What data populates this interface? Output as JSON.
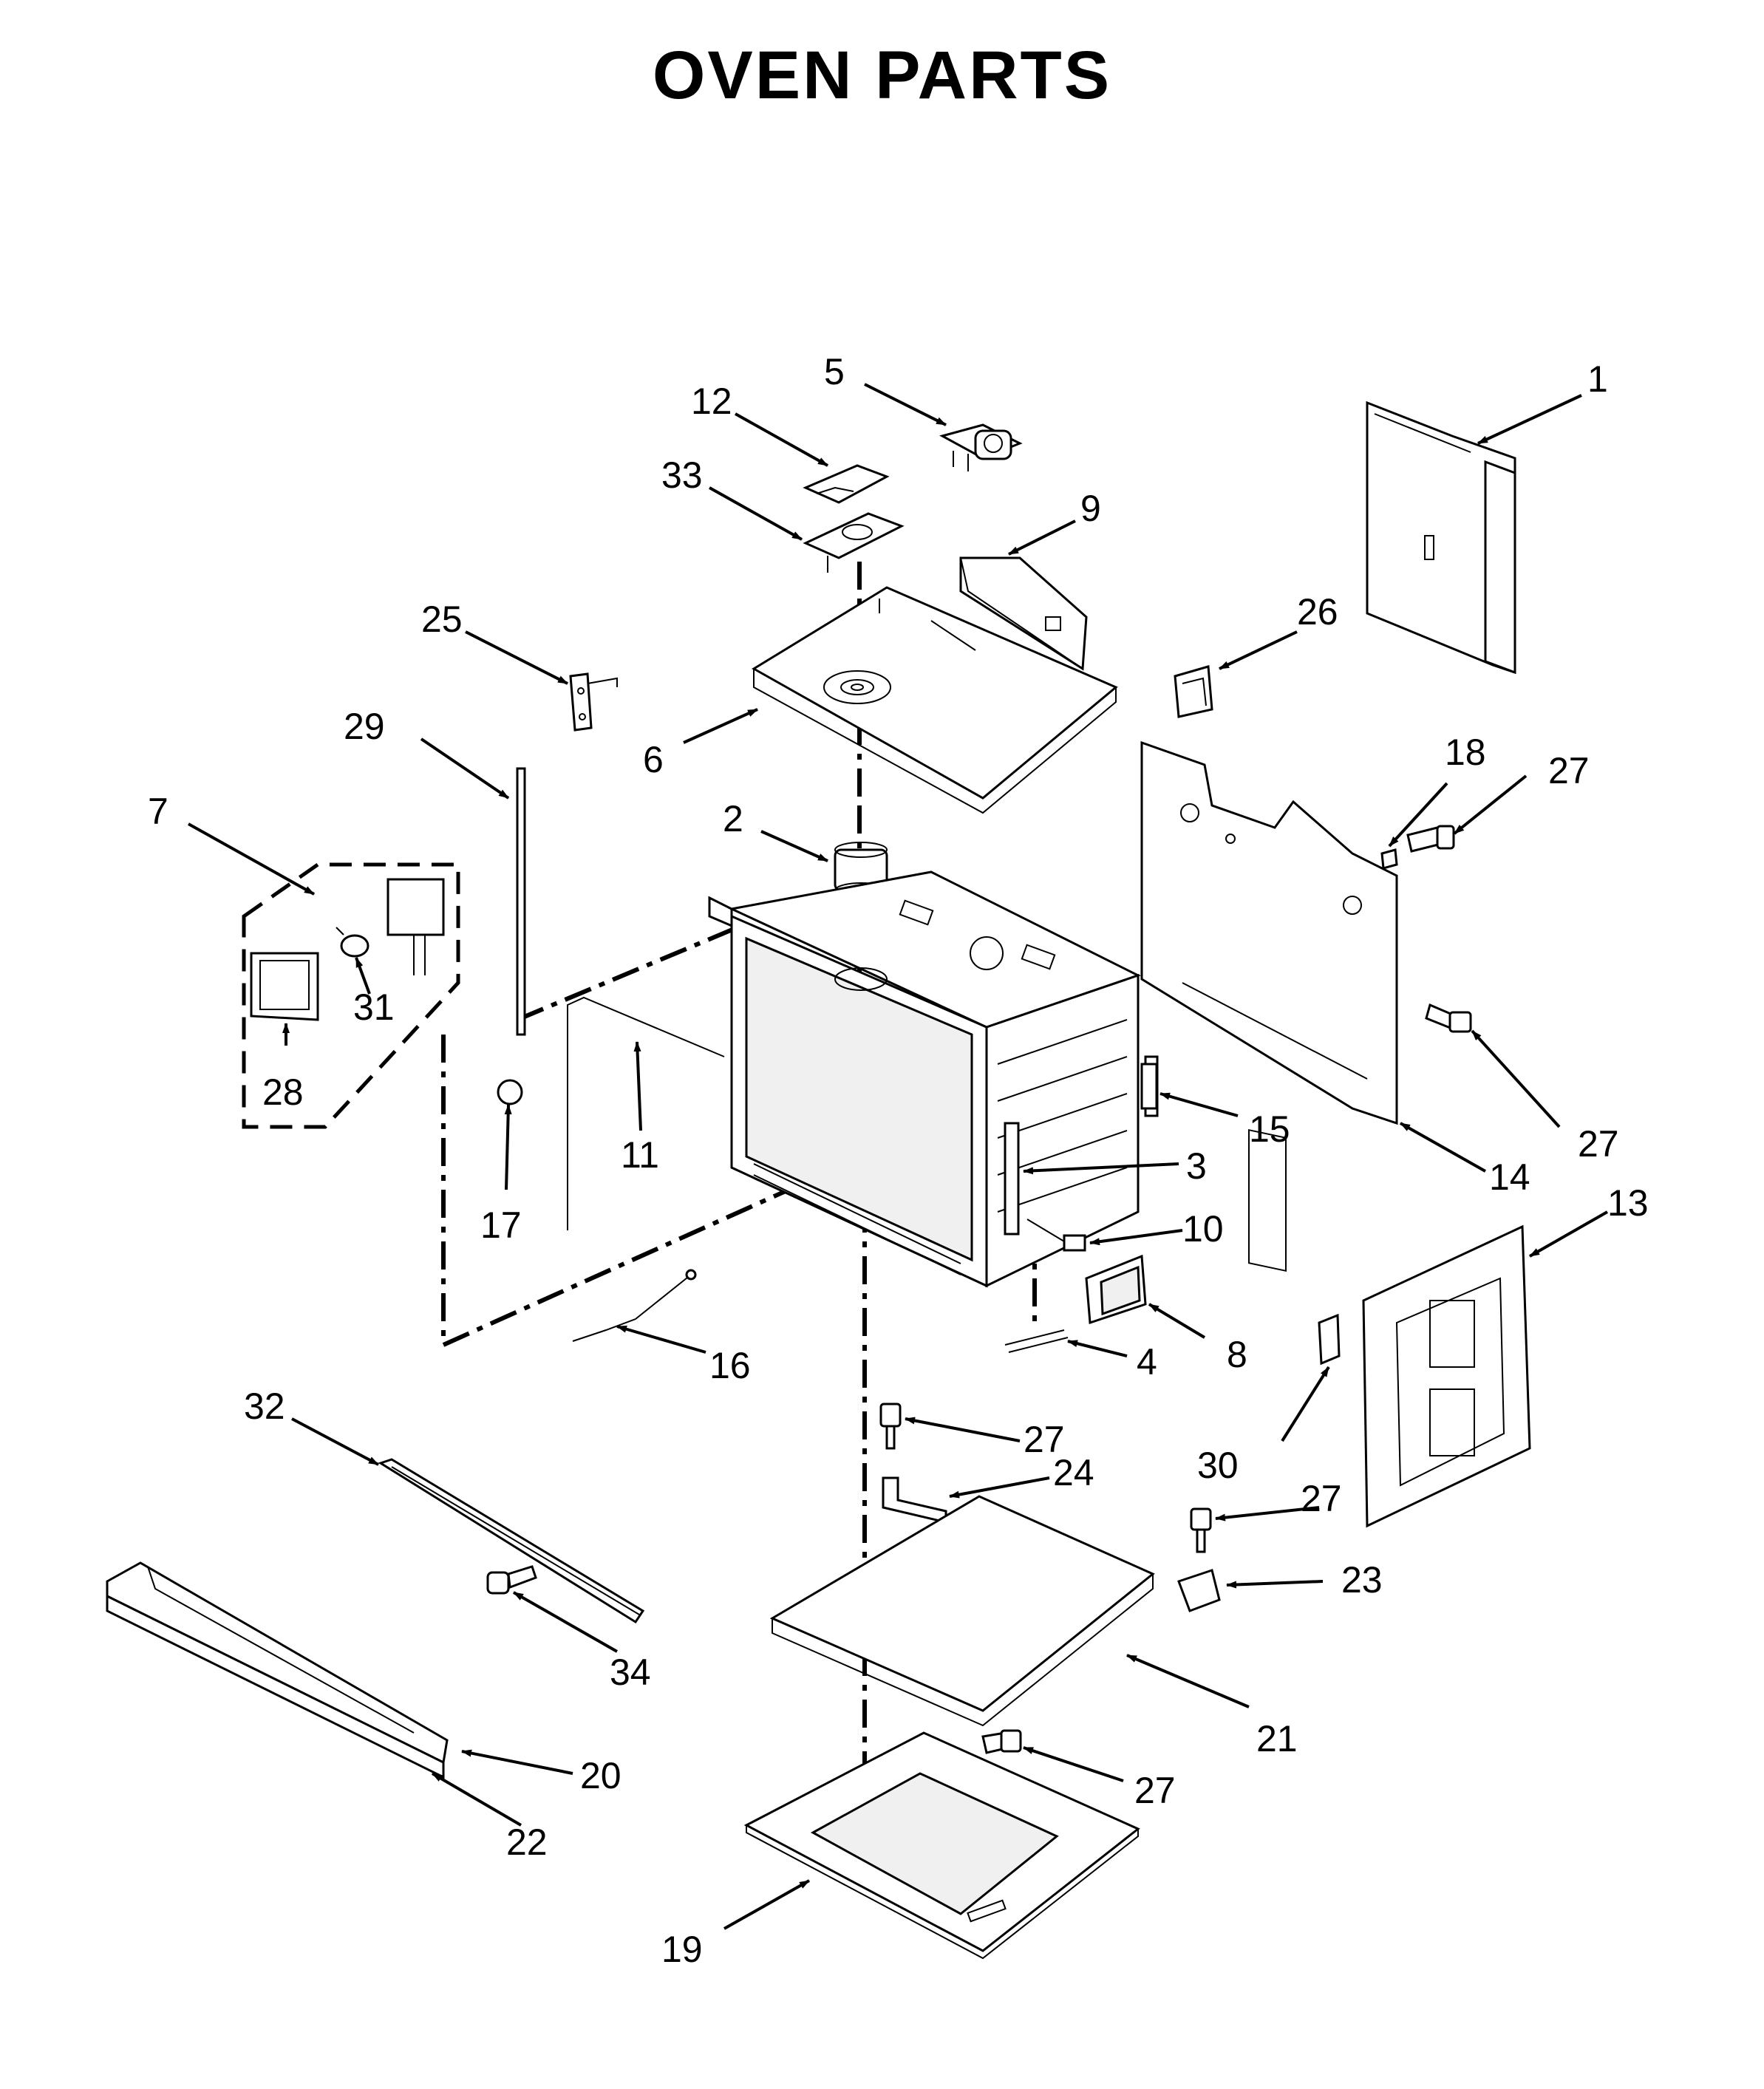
{
  "title": "OVEN PARTS",
  "callouts": [
    {
      "id": "c1",
      "label": "1"
    },
    {
      "id": "c2",
      "label": "2"
    },
    {
      "id": "c3",
      "label": "3"
    },
    {
      "id": "c4",
      "label": "4"
    },
    {
      "id": "c5",
      "label": "5"
    },
    {
      "id": "c6",
      "label": "6"
    },
    {
      "id": "c7",
      "label": "7"
    },
    {
      "id": "c8",
      "label": "8"
    },
    {
      "id": "c9",
      "label": "9"
    },
    {
      "id": "c10",
      "label": "10"
    },
    {
      "id": "c11",
      "label": "11"
    },
    {
      "id": "c12",
      "label": "12"
    },
    {
      "id": "c13",
      "label": "13"
    },
    {
      "id": "c14",
      "label": "14"
    },
    {
      "id": "c15",
      "label": "15"
    },
    {
      "id": "c16",
      "label": "16"
    },
    {
      "id": "c17",
      "label": "17"
    },
    {
      "id": "c18",
      "label": "18"
    },
    {
      "id": "c19",
      "label": "19"
    },
    {
      "id": "c20",
      "label": "20"
    },
    {
      "id": "c21",
      "label": "21"
    },
    {
      "id": "c22",
      "label": "22"
    },
    {
      "id": "c23",
      "label": "23"
    },
    {
      "id": "c24",
      "label": "24"
    },
    {
      "id": "c25",
      "label": "25"
    },
    {
      "id": "c26",
      "label": "26"
    },
    {
      "id": "c27a",
      "label": "27"
    },
    {
      "id": "c27b",
      "label": "27"
    },
    {
      "id": "c27c",
      "label": "27"
    },
    {
      "id": "c27d",
      "label": "27"
    },
    {
      "id": "c27e",
      "label": "27"
    },
    {
      "id": "c28",
      "label": "28"
    },
    {
      "id": "c29",
      "label": "29"
    },
    {
      "id": "c30",
      "label": "30"
    },
    {
      "id": "c31",
      "label": "31"
    },
    {
      "id": "c32",
      "label": "32"
    },
    {
      "id": "c33",
      "label": "33"
    },
    {
      "id": "c34",
      "label": "34"
    }
  ]
}
